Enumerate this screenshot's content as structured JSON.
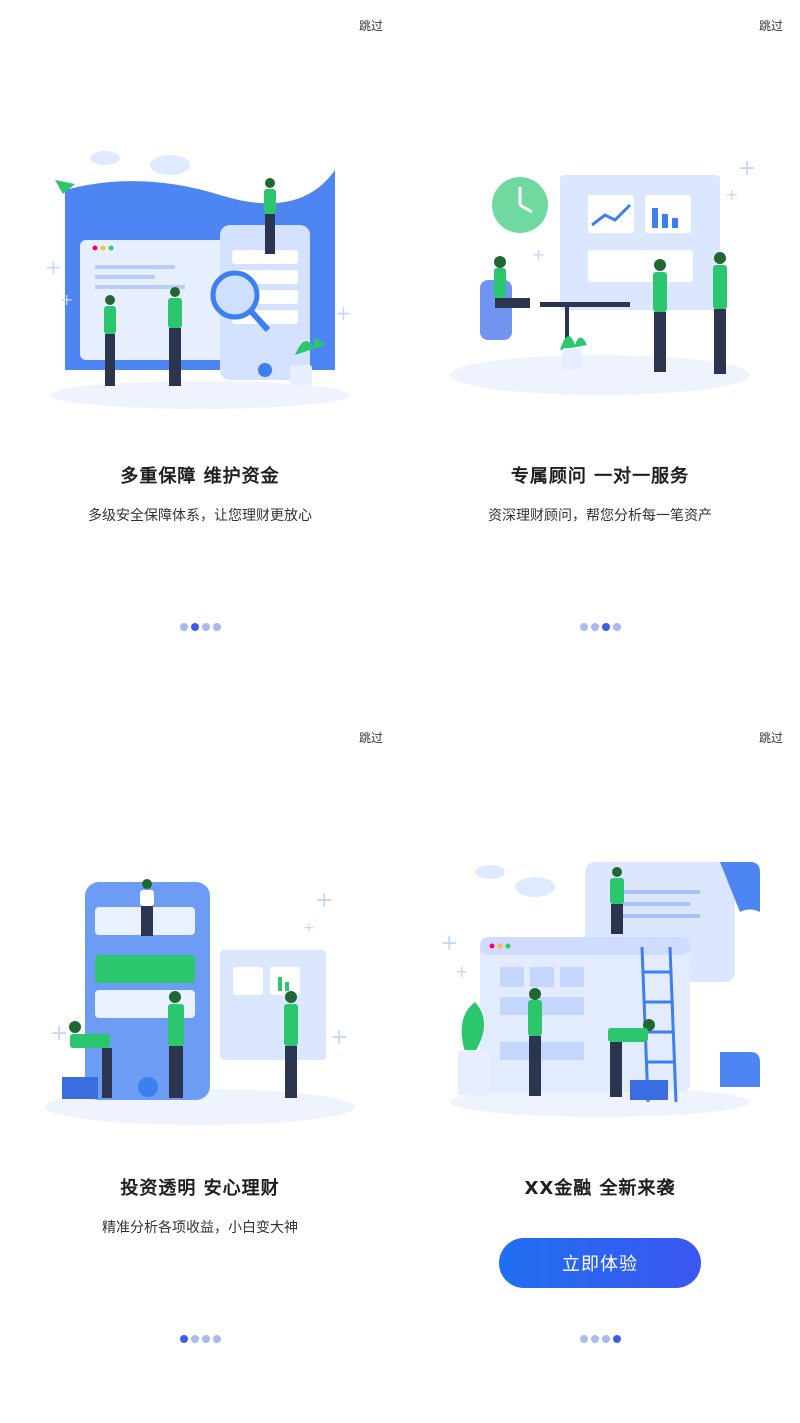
{
  "screens": [
    {
      "skip": "跳过",
      "title": "多重保障  维护资金",
      "subtitle": "多级安全保障体系，让您理财更放心",
      "active_dot": 1
    },
    {
      "skip": "跳过",
      "title": "专属顾问  一对一服务",
      "subtitle": "资深理财顾问，帮您分析每一笔资产",
      "active_dot": 2
    },
    {
      "skip": "跳过",
      "title": "投资透明  安心理财",
      "subtitle": "精准分析各项收益，小白变大神",
      "active_dot": 0
    },
    {
      "skip": "跳过",
      "title": "XX金融  全新来袭",
      "cta": "立即体验",
      "active_dot": 3
    }
  ],
  "colors": {
    "primary": "#3d5de8",
    "accent_green": "#2bc66d",
    "dot_inactive": "#a9baf0"
  }
}
